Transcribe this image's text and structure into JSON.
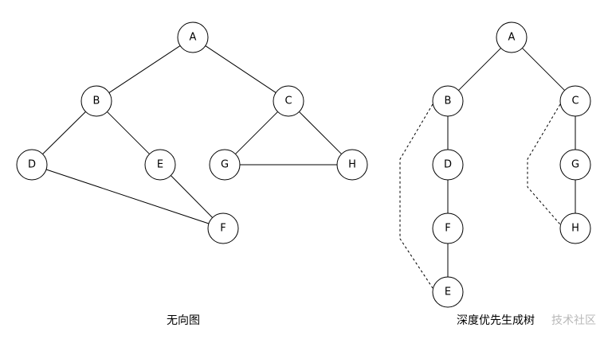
{
  "captions": {
    "left": "无向图",
    "right": "深度优先生成树"
  },
  "watermark": "技术社区",
  "graphs": {
    "undirected": {
      "nodes": [
        "A",
        "B",
        "C",
        "D",
        "E",
        "F",
        "G",
        "H"
      ],
      "edges": [
        [
          "A",
          "B"
        ],
        [
          "A",
          "C"
        ],
        [
          "B",
          "D"
        ],
        [
          "B",
          "E"
        ],
        [
          "C",
          "G"
        ],
        [
          "C",
          "H"
        ],
        [
          "G",
          "H"
        ],
        [
          "D",
          "F"
        ],
        [
          "E",
          "F"
        ]
      ]
    },
    "dfs_tree": {
      "nodes": [
        "A",
        "B",
        "C",
        "D",
        "F",
        "E",
        "G",
        "H"
      ],
      "tree_edges": [
        [
          "A",
          "B"
        ],
        [
          "A",
          "C"
        ],
        [
          "B",
          "D"
        ],
        [
          "D",
          "F"
        ],
        [
          "F",
          "E"
        ],
        [
          "C",
          "G"
        ],
        [
          "G",
          "H"
        ]
      ],
      "back_edges": [
        [
          "B",
          "E"
        ],
        [
          "C",
          "H"
        ]
      ]
    }
  }
}
